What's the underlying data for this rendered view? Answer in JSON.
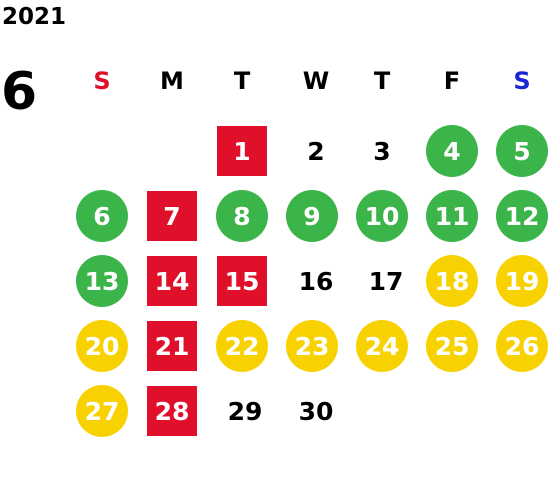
{
  "calendar": {
    "year": "2021",
    "month": "6",
    "weekdays": [
      {
        "label": "S",
        "color": "#e0102a"
      },
      {
        "label": "M",
        "color": "#000000"
      },
      {
        "label": "T",
        "color": "#000000"
      },
      {
        "label": "W",
        "color": "#000000"
      },
      {
        "label": "T",
        "color": "#000000"
      },
      {
        "label": "F",
        "color": "#000000"
      },
      {
        "label": "S",
        "color": "#1a24d6"
      }
    ],
    "days": [
      {
        "day": "1",
        "style": "red"
      },
      {
        "day": "2",
        "style": "plain"
      },
      {
        "day": "3",
        "style": "plain"
      },
      {
        "day": "4",
        "style": "green"
      },
      {
        "day": "5",
        "style": "green"
      },
      {
        "day": "6",
        "style": "green"
      },
      {
        "day": "7",
        "style": "red"
      },
      {
        "day": "8",
        "style": "green"
      },
      {
        "day": "9",
        "style": "green"
      },
      {
        "day": "10",
        "style": "green"
      },
      {
        "day": "11",
        "style": "green"
      },
      {
        "day": "12",
        "style": "green"
      },
      {
        "day": "13",
        "style": "green"
      },
      {
        "day": "14",
        "style": "red"
      },
      {
        "day": "15",
        "style": "red"
      },
      {
        "day": "16",
        "style": "plain"
      },
      {
        "day": "17",
        "style": "plain"
      },
      {
        "day": "18",
        "style": "yellow"
      },
      {
        "day": "19",
        "style": "yellow"
      },
      {
        "day": "20",
        "style": "yellow"
      },
      {
        "day": "21",
        "style": "red"
      },
      {
        "day": "22",
        "style": "yellow"
      },
      {
        "day": "23",
        "style": "yellow"
      },
      {
        "day": "24",
        "style": "yellow"
      },
      {
        "day": "25",
        "style": "yellow"
      },
      {
        "day": "26",
        "style": "yellow"
      },
      {
        "day": "27",
        "style": "yellow"
      },
      {
        "day": "28",
        "style": "red"
      },
      {
        "day": "29",
        "style": "plain"
      },
      {
        "day": "30",
        "style": "plain"
      }
    ]
  }
}
